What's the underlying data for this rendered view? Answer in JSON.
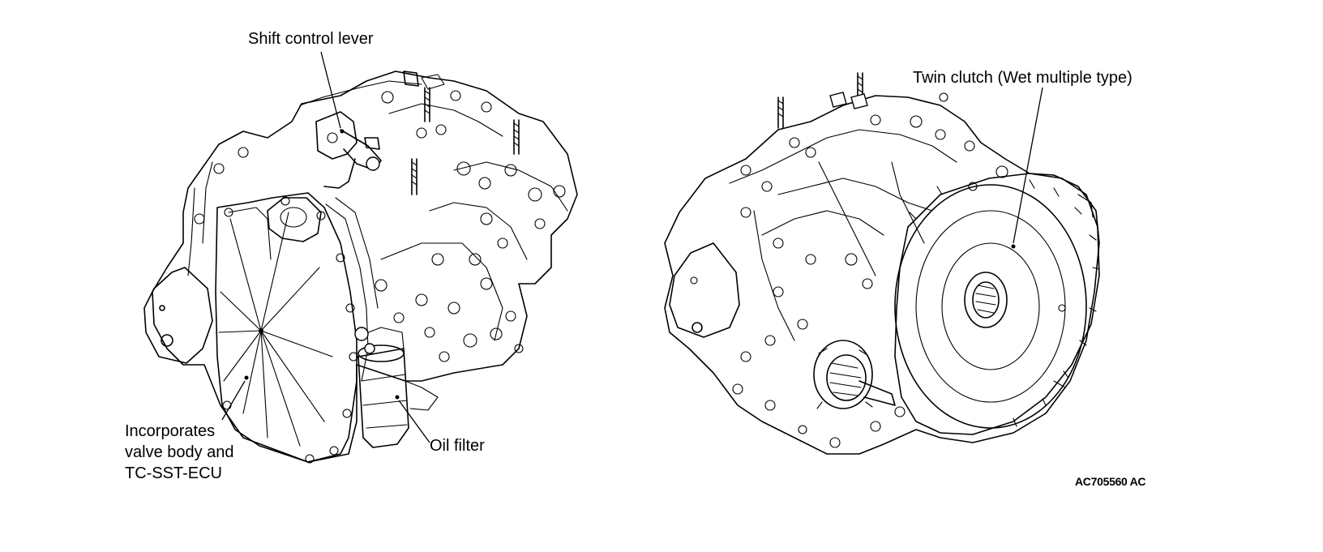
{
  "labels": {
    "shift_control_lever": "Shift control lever",
    "incorporates_line1": "Incorporates",
    "incorporates_line2": "valve body and",
    "incorporates_line3": "TC-SST-ECU",
    "oil_filter": "Oil filter",
    "twin_clutch": "Twin clutch (Wet multiple type)",
    "figure_code": "AC705560 AC"
  },
  "colors": {
    "line": "#000000",
    "background": "#ffffff"
  }
}
